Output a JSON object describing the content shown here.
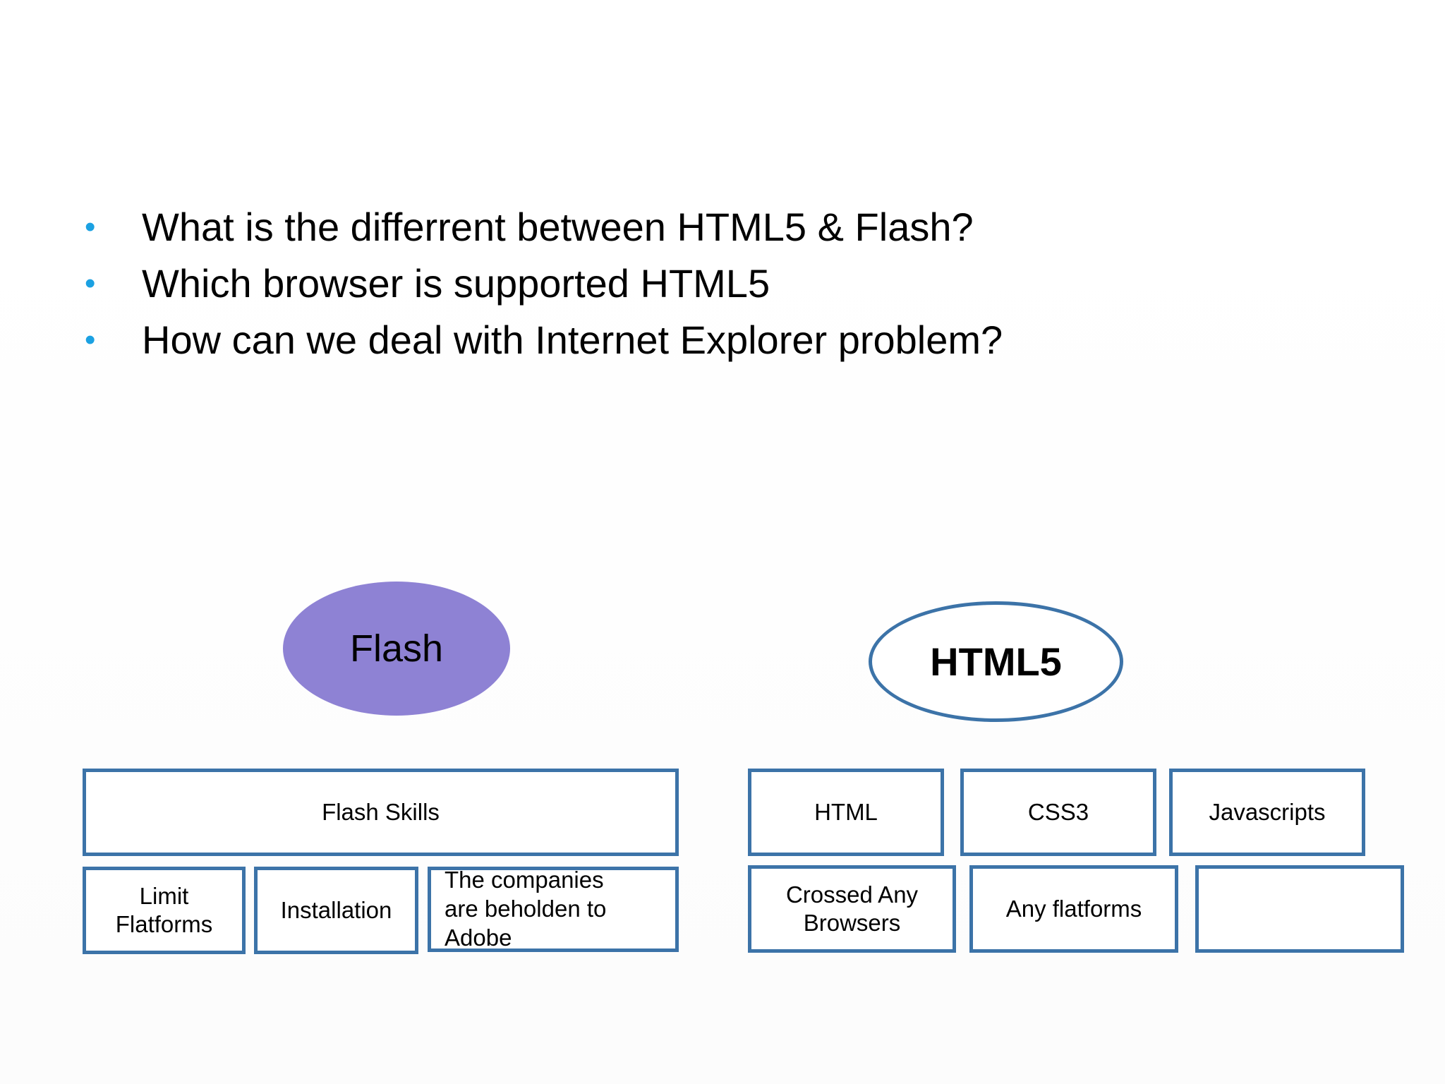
{
  "bullets": [
    "What is the differrent between HTML5 & Flash?",
    "Which browser is supported HTML5",
    "How can we deal with Internet Explorer problem?"
  ],
  "colors": {
    "bullet": "#1ba1e2",
    "box_border": "#3c73a8",
    "flash_ellipse_fill": "#8e82d4"
  },
  "diagram": {
    "flash": {
      "title": "Flash",
      "skills_label": "Flash Skills",
      "drawbacks": [
        "Limit\nFlatforms",
        "Installation",
        "The companies\nare beholden to\nAdobe"
      ]
    },
    "html5": {
      "title": "HTML5",
      "components": [
        "HTML",
        "CSS3",
        "Javascripts"
      ],
      "advantages": [
        "Crossed Any\nBrowsers",
        "Any flatforms",
        ""
      ]
    }
  }
}
